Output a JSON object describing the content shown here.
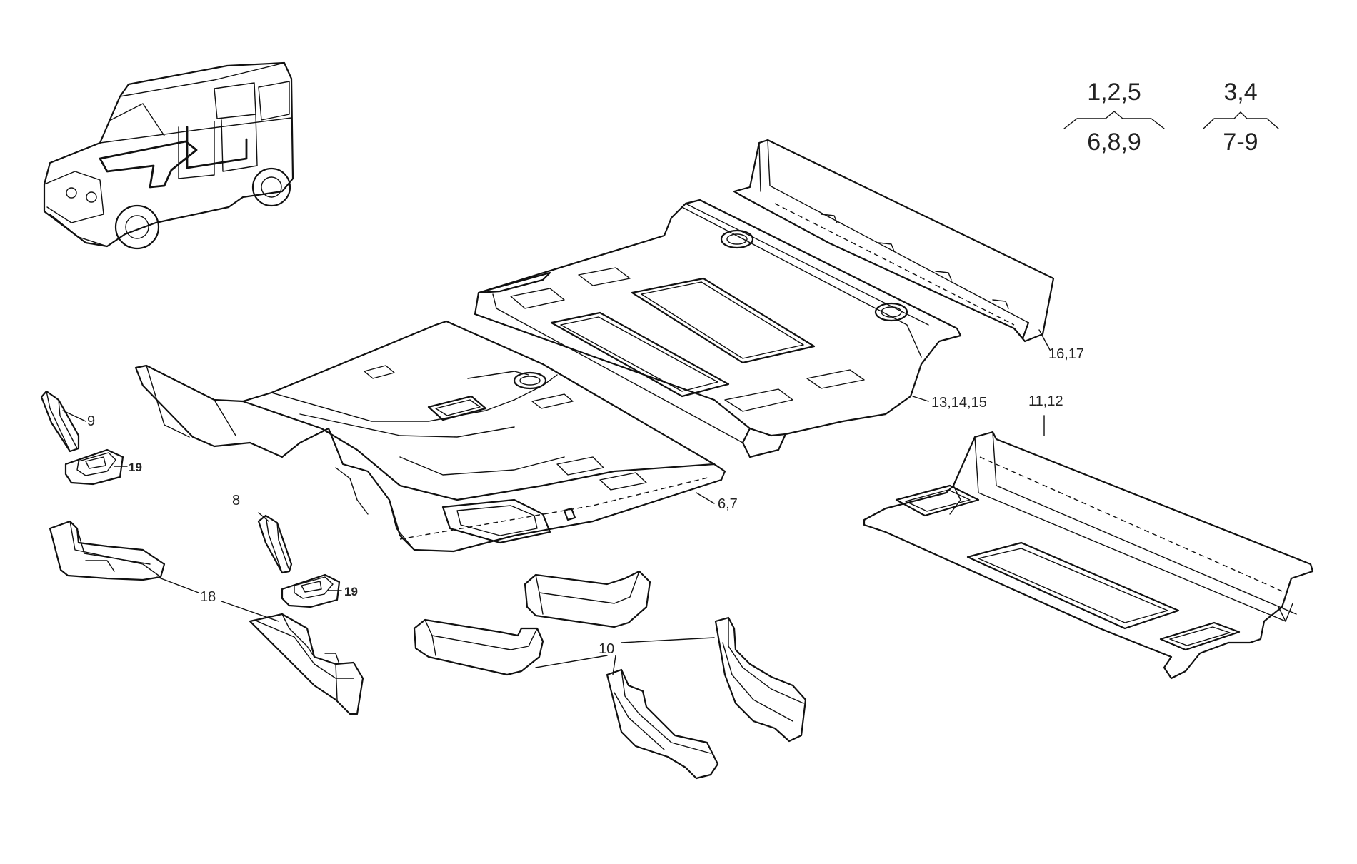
{
  "applicability": {
    "group_a": {
      "top": "1,2,5",
      "bottom": "6,8,9"
    },
    "group_b": {
      "top": "3,4",
      "bottom": "7-9"
    }
  },
  "callouts": [
    {
      "id": "c1",
      "text": "9"
    },
    {
      "id": "c2",
      "text": "19"
    },
    {
      "id": "c3",
      "text": "8"
    },
    {
      "id": "c4",
      "text": "19"
    },
    {
      "id": "c5",
      "text": "18"
    },
    {
      "id": "c6",
      "text": "10"
    },
    {
      "id": "c7",
      "text": "6,7"
    },
    {
      "id": "c8",
      "text": "13,14,15"
    },
    {
      "id": "c9",
      "text": "16,17"
    },
    {
      "id": "c10",
      "text": "11,12"
    }
  ]
}
